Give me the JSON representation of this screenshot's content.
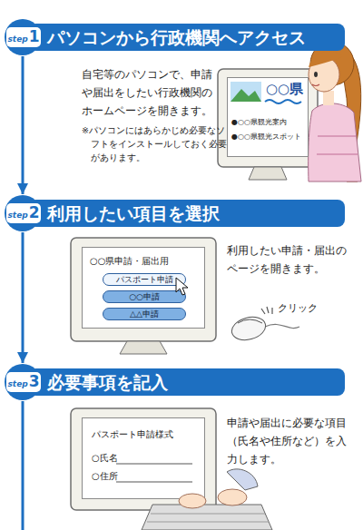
{
  "diagram": {
    "nodes": [
      {
        "text": [
          "step",
          "1"
        ]
      },
      {
        "text": [
          "パソコンから行政機関へアクセス"
        ]
      },
      {
        "text": [
          "○○県",
          "●○○県観光案内",
          "●○○県観光スポット"
        ]
      },
      {
        "text": [
          "step",
          "2"
        ]
      },
      {
        "text": [
          "利用したい項目を選択"
        ]
      },
      {
        "text": [
          "○○県申請・届出用"
        ]
      },
      {
        "text": [
          "パスポート申請"
        ],
        "in": 5
      },
      {
        "text": [
          "○○申請"
        ],
        "in": 5
      },
      {
        "text": [
          "△△申請"
        ],
        "in": 5
      },
      {
        "text": [
          "step",
          "3"
        ]
      },
      {
        "text": [
          "必要事項を記入"
        ]
      },
      {
        "text": [
          "パスポート申請様式",
          "○氏名",
          "○住所"
        ]
      }
    ],
    "edges": [
      {
        "from": 0,
        "to": 3,
        "arrow": "to"
      },
      {
        "from": 3,
        "to": 9,
        "arrow": "to"
      }
    ],
    "labels": [
      "自宅等のパソコンで、申請や届出をしたい行政機関のホームページを開きます。",
      "※パソコンにはあらかじめ必要なソフトをインストールしておく必要があります。",
      "利用したい申請・届出のページを開きます。",
      "クリック",
      "申請や届出に必要な項目（氏名や住所など）を入力します。"
    ]
  }
}
